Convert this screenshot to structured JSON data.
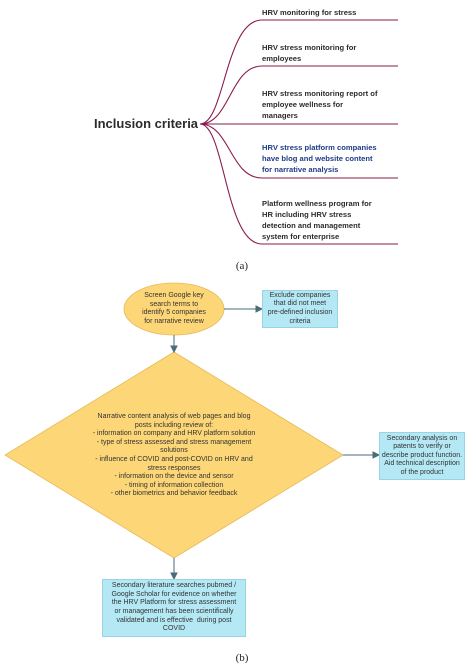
{
  "panel_a": {
    "root_label": "Inclusion criteria",
    "branches": [
      {
        "lines": [
          "HRV monitoring for stress"
        ]
      },
      {
        "lines": [
          "HRV stress monitoring for",
          "employees"
        ]
      },
      {
        "lines": [
          "HRV stress monitoring report of",
          "employee wellness for",
          "managers"
        ]
      },
      {
        "lines": [
          "HRV stress platform companies",
          "have blog and website content",
          "for narrative analysis"
        ]
      },
      {
        "lines": [
          "Platform wellness program for",
          "HR including HRV stress",
          "detection and management",
          "system for enterprise"
        ]
      }
    ],
    "caption": "(a)",
    "colors": {
      "branch_line": "#8a1c4f",
      "highlight_text": "#1f3b88"
    }
  },
  "panel_b": {
    "start_node": {
      "lines": [
        "Screen Google key",
        "search terms to",
        "identify 5 companies",
        "for narrative review"
      ]
    },
    "exclude_box": {
      "lines": [
        "Exclude companies",
        "that did not meet",
        "pre-defined inclusion",
        "criteria"
      ]
    },
    "diamond": {
      "lines": [
        "Narrative content analysis of web pages and blog",
        "posts including review of:",
        "- information on company and HRV platform solution",
        "- type of stress assessed and stress management",
        "solutions",
        "- influence of COVID and post-COVID on HRV and",
        "stress responses",
        "- information on the device and sensor",
        "- timing of information collection",
        "- other biometrics and behavior feedback"
      ]
    },
    "secondary_patent_box": {
      "lines": [
        "Secondary analysis on",
        "patents to verify or",
        "describe product function.",
        "Aid technical description",
        "of the product"
      ]
    },
    "secondary_lit_box": {
      "lines": [
        "Secondary literature searches pubmed /",
        "Google Scholar for evidence on whether",
        "the HRV Platform for stress assessment",
        "or management has been scientifically",
        "validated and is effective  during post",
        "COVID"
      ]
    },
    "caption": "(b)",
    "colors": {
      "node_fill": "#fcd677",
      "box_fill": "#b3e8f4",
      "arrow": "#4a6b78"
    }
  }
}
